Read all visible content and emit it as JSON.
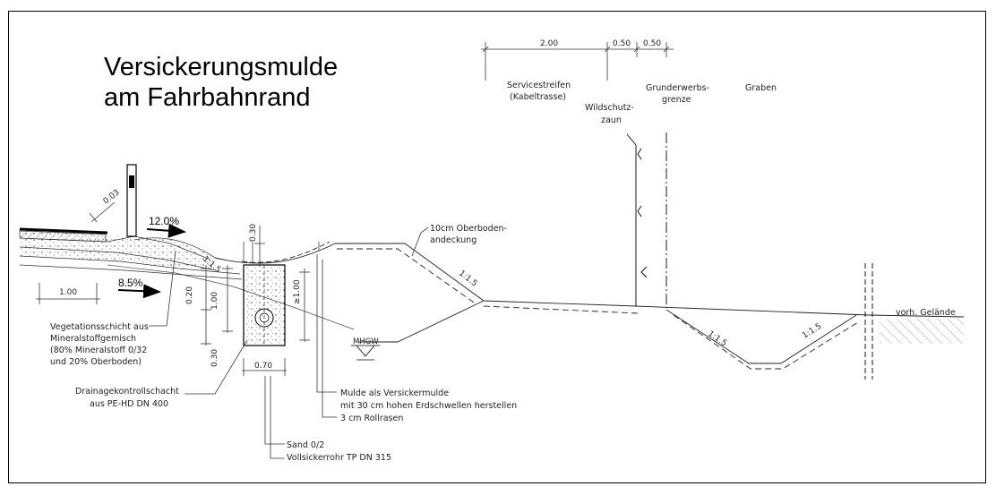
{
  "title": {
    "line1": "Versickerungsmulde",
    "line2": "am Fahrbahnrand"
  },
  "dimensions_top": {
    "d1": "2.00",
    "d2": "0.50",
    "d3": "0.50"
  },
  "zones": {
    "servicestreifen_1": "Servicestreifen",
    "servicestreifen_2": "(Kabeltrasse)",
    "wildschutz_1": "Wildschutz-",
    "wildschutz_2": "zaun",
    "grunderwerb_1": "Grunderwerbs-",
    "grunderwerb_2": "grenze",
    "graben": "Graben"
  },
  "road": {
    "slope_top": "12.0%",
    "slope_base": "8.5%",
    "dim_003": "0.03",
    "dim_100": "1.00"
  },
  "swale": {
    "oberboden_1": "10cm Oberboden-",
    "oberboden_2": "andeckung",
    "slope_1": "1:1.5",
    "slope_2": "1:1.5",
    "slope_3": "1:1.5",
    "slope_4": "1:1.5",
    "mhgw": "MHGW",
    "vorh_gelaende": "vorh. Gelände"
  },
  "trench": {
    "d030_top": "0.30",
    "d020": "0.20",
    "d100_left": "1.00",
    "d100_right": "≥1.00",
    "d030_bottom": "0.30",
    "d070": "0.70"
  },
  "annotations": {
    "vegetation_1": "Vegetationsschicht aus",
    "vegetation_2": "Mineralstoffgemisch",
    "vegetation_3": "(80% Mineralstoff 0/32",
    "vegetation_4": "und 20% Oberboden)",
    "drainage_1": "Drainagekontrollschacht",
    "drainage_2": "aus PE-HD DN 400",
    "mulde_1": "Mulde als Versickermulde",
    "mulde_2": "mit 30 cm hohen Erdschwellen herstellen",
    "mulde_3": "3 cm Rollrasen",
    "sand_1": "Sand 0/2",
    "sand_2": "Vollsickerrohr TP DN 315"
  }
}
